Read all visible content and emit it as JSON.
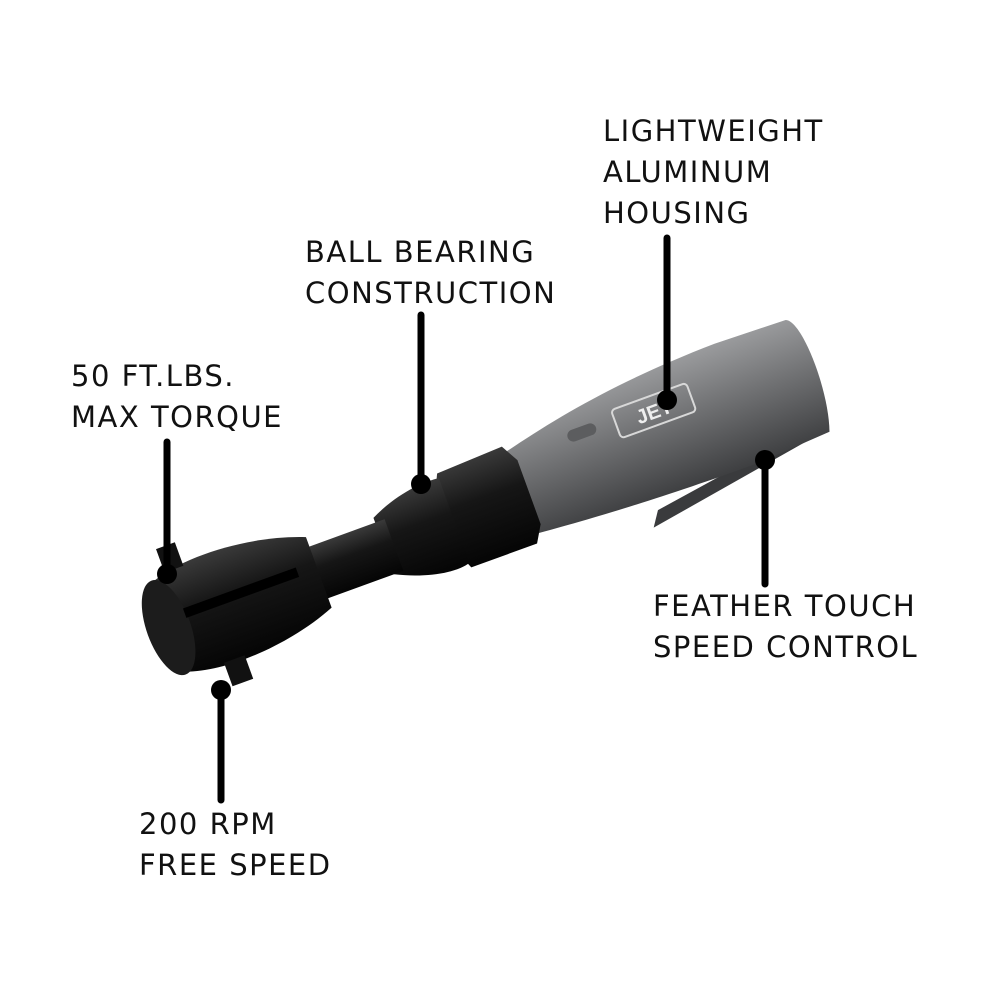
{
  "product": {
    "brand_logo": "JET",
    "colors": {
      "body": "#6d6e70",
      "head": "#151515",
      "callout": "#000000"
    }
  },
  "callouts": [
    {
      "id": "housing",
      "lines": [
        "LIGHTWEIGHT",
        "ALUMINUM",
        "HOUSING"
      ]
    },
    {
      "id": "bearing",
      "lines": [
        "BALL BEARING",
        "CONSTRUCTION"
      ]
    },
    {
      "id": "torque",
      "lines": [
        "50 FT.LBS.",
        "MAX TORQUE"
      ]
    },
    {
      "id": "speed-control",
      "lines": [
        "FEATHER TOUCH",
        "SPEED CONTROL"
      ]
    },
    {
      "id": "rpm",
      "lines": [
        "200 RPM",
        "FREE SPEED"
      ]
    }
  ]
}
